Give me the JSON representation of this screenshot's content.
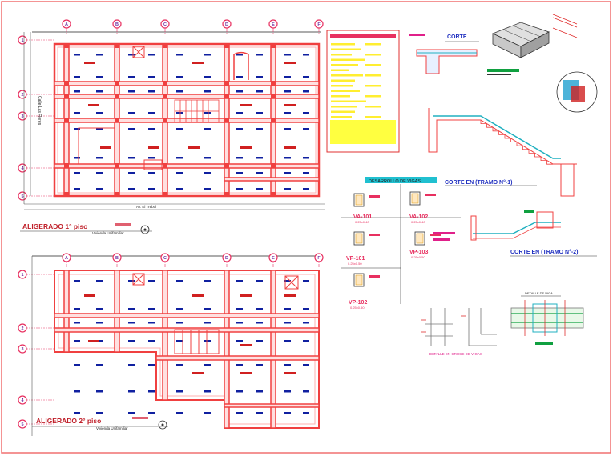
{
  "plans": {
    "first": {
      "title": "ALIGERADO 1° piso",
      "subtitle": "Vivienda Unifamiliar",
      "street_left": "Calle Las Flores",
      "street_bottom": "Av. El Trebol"
    },
    "second": {
      "title": "ALIGERADO 2° piso",
      "subtitle": "Vivienda Unifamiliar"
    }
  },
  "axes": {
    "letters": [
      "A",
      "B",
      "C",
      "D",
      "E",
      "F"
    ],
    "numbers": [
      "1",
      "2",
      "3",
      "4",
      "5"
    ]
  },
  "beams": {
    "header": "DESARROLLO DE VIGAS",
    "items": [
      {
        "name": "VA-101",
        "size": "0.25x0.40"
      },
      {
        "name": "VA-102",
        "size": "0.25x0.40"
      },
      {
        "name": "VP-101",
        "size": "0.25x0.50"
      },
      {
        "name": "VP-102",
        "size": "0.25x0.50"
      },
      {
        "name": "VP-103",
        "size": "0.25x0.50"
      }
    ]
  },
  "sections": {
    "stair_1": "CORTE EN (TRAMO  N°-1)",
    "stair_2": "CORTE EN (TRAMO  N°-2)",
    "beam_cross": "DETALLE EN CRUCE DE VIGAS",
    "beam_detail": "DETALLE DE VIGA"
  },
  "colors": {
    "wall": "#f04040",
    "beam_fill": "#ffd0d0",
    "joist": "#1020a0",
    "grid": "#e83060",
    "note_bg": "#ffff30",
    "note_header": "#e83060",
    "cyan": "#20b0c0",
    "green": "#10a040",
    "frame": "#f07070"
  }
}
